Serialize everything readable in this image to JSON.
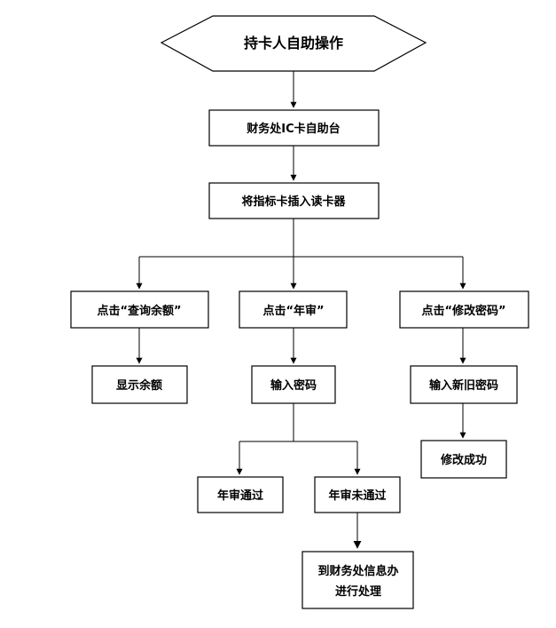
{
  "diagram": {
    "nodes": {
      "start": "持卡人自助操作",
      "kiosk": "财务处IC卡自助台",
      "insert_card": "将指标卡插入读卡器",
      "click_balance": "点击“查询余额”",
      "click_annual": "点击“年审”",
      "click_change_pwd": "点击“修改密码”",
      "show_balance": "显示余额",
      "enter_pwd": "输入密码",
      "enter_new_old_pwd": "输入新旧密码",
      "change_success": "修改成功",
      "annual_pass": "年审通过",
      "annual_fail": "年审未通过",
      "go_office_line1": "到财务处信息办",
      "go_office_line2": "进行处理"
    }
  }
}
